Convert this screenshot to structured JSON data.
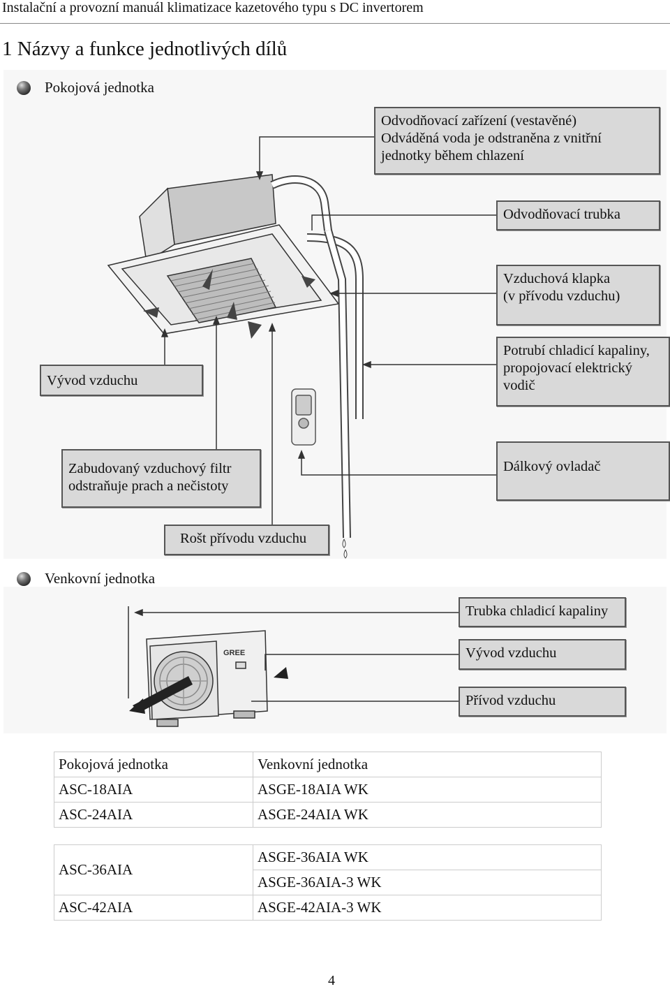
{
  "header": "Instalační a provozní manuál klimatizace kazetového typu s DC invertorem",
  "section_title": "1 Názvy a funkce jednotlivých dílů",
  "indoor": {
    "heading": "Pokojová jednotka",
    "labels": {
      "drain_device": [
        "Odvodňovací zařízení (vestavěné)",
        "Odváděná voda je odstraněna z vnitřní",
        "jednotky během chlazení"
      ],
      "drain_pipe": [
        "Odvodňovací trubka"
      ],
      "air_flap": [
        "Vzduchová klapka",
        "(v přívodu vzduchu)"
      ],
      "pipes": [
        "Potrubí chladicí kapaliny,",
        "propojovací elektrický",
        "vodič"
      ],
      "air_outlet": [
        "Vývod vzduchu"
      ],
      "filter": [
        "Zabudovaný vzduchový filtr",
        "odstraňuje prach a nečistoty"
      ],
      "remote": [
        "Dálkový ovladač"
      ],
      "intake_grille": [
        "Rošt přívodu vzduchu"
      ]
    }
  },
  "outdoor": {
    "heading": "Venkovní jednotka",
    "brand": "GREE",
    "labels": {
      "pipe": [
        "Trubka chladicí kapaliny"
      ],
      "outlet": [
        "Vývod vzduchu"
      ],
      "inlet": [
        "Přívod vzduchu"
      ]
    }
  },
  "table1": {
    "headers": [
      "Pokojová jednotka",
      "Venkovní jednotka"
    ],
    "rows": [
      [
        "ASC-18AIA",
        "ASGE-18AIA WK"
      ],
      [
        "ASC-24AIA",
        "ASGE-24AIA WK"
      ]
    ]
  },
  "table2": {
    "left": [
      "ASC-36AIA",
      "ASC-42AIA"
    ],
    "right": [
      "ASGE-36AIA WK",
      "ASGE-36AIA-3 WK",
      "ASGE-42AIA-3 WK"
    ]
  },
  "page_number": "4"
}
